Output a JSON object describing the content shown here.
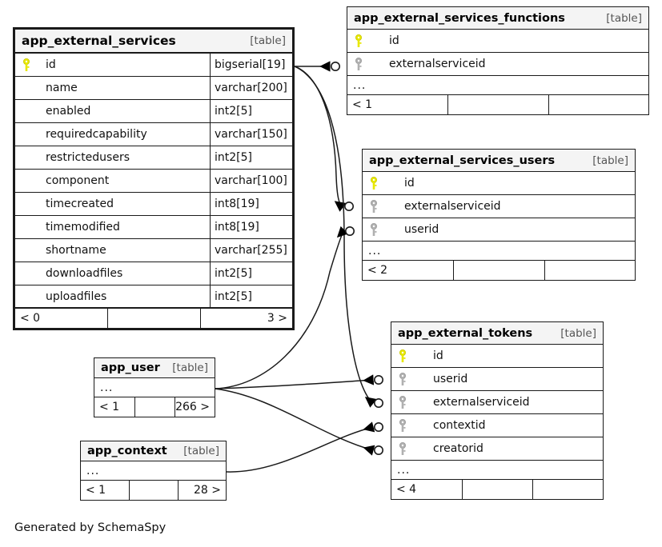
{
  "diagram": {
    "credit": "Generated by SchemaSpy",
    "table_tag": "[table]",
    "ellipsis": "...",
    "icons": {
      "primary_key": "key-icon",
      "foreign_key": "key-icon"
    },
    "colors": {
      "primary_key": "#e8e800",
      "foreign_key": "#b0b0b0",
      "border": "#1a1a1a",
      "header_bg": "#f4f4f4",
      "background": "#ffffff"
    }
  },
  "tables": {
    "app_external_services": {
      "name": "app_external_services",
      "tag": "[table]",
      "columns": [
        {
          "key": "primary",
          "name": "id",
          "type": "bigserial[19]"
        },
        {
          "key": "none",
          "name": "name",
          "type": "varchar[200]"
        },
        {
          "key": "none",
          "name": "enabled",
          "type": "int2[5]"
        },
        {
          "key": "none",
          "name": "requiredcapability",
          "type": "varchar[150]"
        },
        {
          "key": "none",
          "name": "restrictedusers",
          "type": "int2[5]"
        },
        {
          "key": "none",
          "name": "component",
          "type": "varchar[100]"
        },
        {
          "key": "none",
          "name": "timecreated",
          "type": "int8[19]"
        },
        {
          "key": "none",
          "name": "timemodified",
          "type": "int8[19]"
        },
        {
          "key": "none",
          "name": "shortname",
          "type": "varchar[255]"
        },
        {
          "key": "none",
          "name": "downloadfiles",
          "type": "int2[5]"
        },
        {
          "key": "none",
          "name": "uploadfiles",
          "type": "int2[5]"
        }
      ],
      "footer": {
        "left": "< 0",
        "middle": "",
        "right": "3 >"
      }
    },
    "app_external_services_functions": {
      "name": "app_external_services_functions",
      "tag": "[table]",
      "columns": [
        {
          "key": "primary",
          "name": "id",
          "type": ""
        },
        {
          "key": "foreign",
          "name": "externalserviceid",
          "type": ""
        }
      ],
      "ellipsis": "...",
      "footer": {
        "left": "< 1",
        "middle": "",
        "right": ""
      }
    },
    "app_external_services_users": {
      "name": "app_external_services_users",
      "tag": "[table]",
      "columns": [
        {
          "key": "primary",
          "name": "id",
          "type": ""
        },
        {
          "key": "foreign",
          "name": "externalserviceid",
          "type": ""
        },
        {
          "key": "foreign",
          "name": "userid",
          "type": ""
        }
      ],
      "ellipsis": "...",
      "footer": {
        "left": "< 2",
        "middle": "",
        "right": ""
      }
    },
    "app_external_tokens": {
      "name": "app_external_tokens",
      "tag": "[table]",
      "columns": [
        {
          "key": "primary",
          "name": "id",
          "type": ""
        },
        {
          "key": "foreign",
          "name": "userid",
          "type": ""
        },
        {
          "key": "foreign",
          "name": "externalserviceid",
          "type": ""
        },
        {
          "key": "foreign",
          "name": "contextid",
          "type": ""
        },
        {
          "key": "foreign",
          "name": "creatorid",
          "type": ""
        }
      ],
      "ellipsis": "...",
      "footer": {
        "left": "< 4",
        "middle": "",
        "right": ""
      }
    },
    "app_user": {
      "name": "app_user",
      "tag": "[table]",
      "columns": [],
      "ellipsis": "...",
      "footer": {
        "left": "< 1",
        "middle": "",
        "right": "266 >"
      }
    },
    "app_context": {
      "name": "app_context",
      "tag": "[table]",
      "columns": [],
      "ellipsis": "...",
      "footer": {
        "left": "< 1",
        "middle": "",
        "right": "28 >"
      }
    }
  },
  "relationships": [
    {
      "from": "app_external_services.id",
      "to": "app_external_services_functions.externalserviceid"
    },
    {
      "from": "app_external_services.id",
      "to": "app_external_services_users.externalserviceid"
    },
    {
      "from": "app_external_services.id",
      "to": "app_external_tokens.externalserviceid"
    },
    {
      "from": "app_user",
      "to": "app_external_services_users.userid"
    },
    {
      "from": "app_user",
      "to": "app_external_tokens.userid"
    },
    {
      "from": "app_user",
      "to": "app_external_tokens.creatorid"
    },
    {
      "from": "app_context",
      "to": "app_external_tokens.contextid"
    }
  ]
}
